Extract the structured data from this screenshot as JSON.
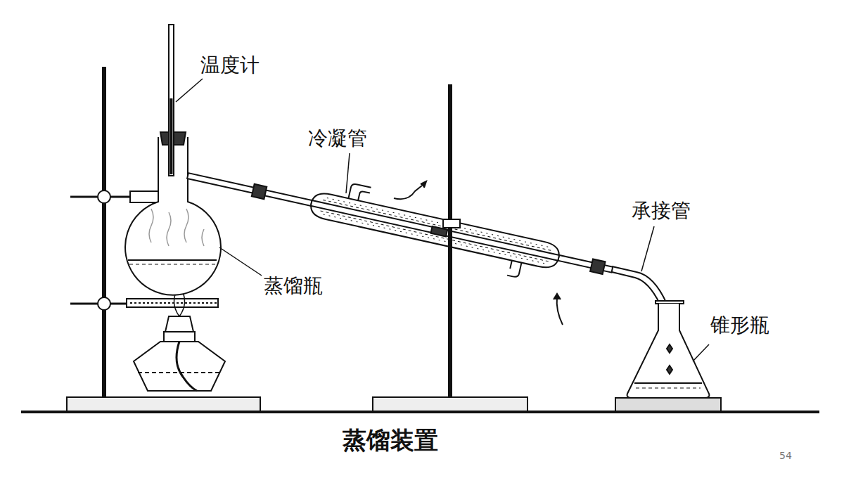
{
  "diagram": {
    "caption": "蒸馏装置",
    "labels": [
      "温度计",
      "冷凝管",
      "承接管",
      "蒸馏瓶",
      "锥形瓶",
      "54"
    ]
  }
}
